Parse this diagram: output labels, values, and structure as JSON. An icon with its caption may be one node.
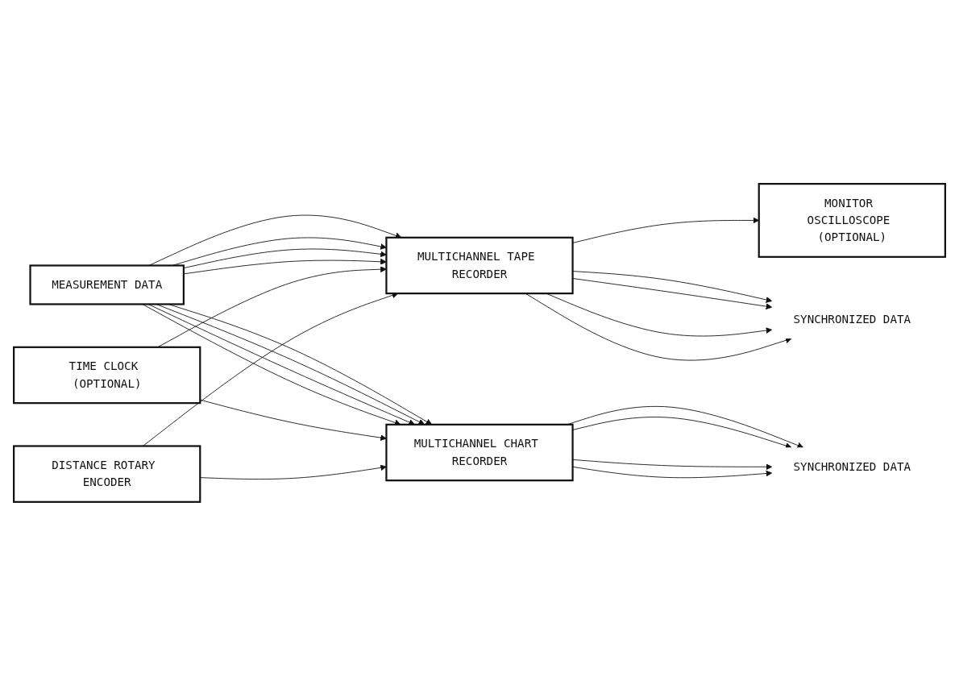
{
  "diagram": {
    "nodes": [
      {
        "text": [
          "MULTICHANNEL TAPE RECORDER"
        ]
      },
      {
        "text": [
          "MONITOR OSCILLOSCOPE (OPTIONAL)"
        ]
      },
      {
        "text": [
          "SYNCHRONIZED DATA"
        ]
      },
      {
        "text": [
          "MEASUREMENT DATA"
        ]
      },
      {
        "text": [
          "TIME CLOCK (OPTIONAL)"
        ]
      },
      {
        "text": [
          "DISTANCE ROTARY ENCODER"
        ]
      },
      {
        "text": [
          "MULTICHANNEL CHART RECORDER"
        ]
      },
      {
        "text": [
          "SYNCHRONIZED DATA"
        ]
      }
    ],
    "edges": [
      {
        "from": 0,
        "to": 1,
        "arrow": "to"
      },
      {
        "from": 0,
        "to": 2,
        "arrow": "to"
      },
      {
        "from": 0,
        "to": 2,
        "arrow": "to"
      },
      {
        "from": 0,
        "to": 2,
        "arrow": "to"
      },
      {
        "from": 0,
        "to": 2,
        "arrow": "to"
      },
      {
        "from": 3,
        "to": 0,
        "arrow": "to"
      },
      {
        "from": 3,
        "to": 0,
        "arrow": "to"
      },
      {
        "from": 3,
        "to": 0,
        "arrow": "to"
      },
      {
        "from": 3,
        "to": 0,
        "arrow": "to"
      },
      {
        "from": 3,
        "to": 6,
        "arrow": "to"
      },
      {
        "from": 3,
        "to": 6,
        "arrow": "to"
      },
      {
        "from": 3,
        "to": 6,
        "arrow": "to"
      },
      {
        "from": 3,
        "to": 6,
        "arrow": "to"
      },
      {
        "from": 4,
        "to": 0,
        "arrow": "to"
      },
      {
        "from": 4,
        "to": 6,
        "arrow": "to"
      },
      {
        "from": 5,
        "to": 0,
        "arrow": "to"
      },
      {
        "from": 5,
        "to": 6,
        "arrow": "to"
      },
      {
        "from": 6,
        "to": 7,
        "arrow": "to"
      },
      {
        "from": 6,
        "to": 7,
        "arrow": "to"
      },
      {
        "from": 6,
        "to": 7,
        "arrow": "to"
      },
      {
        "from": 6,
        "to": 7,
        "arrow": "to"
      }
    ]
  }
}
